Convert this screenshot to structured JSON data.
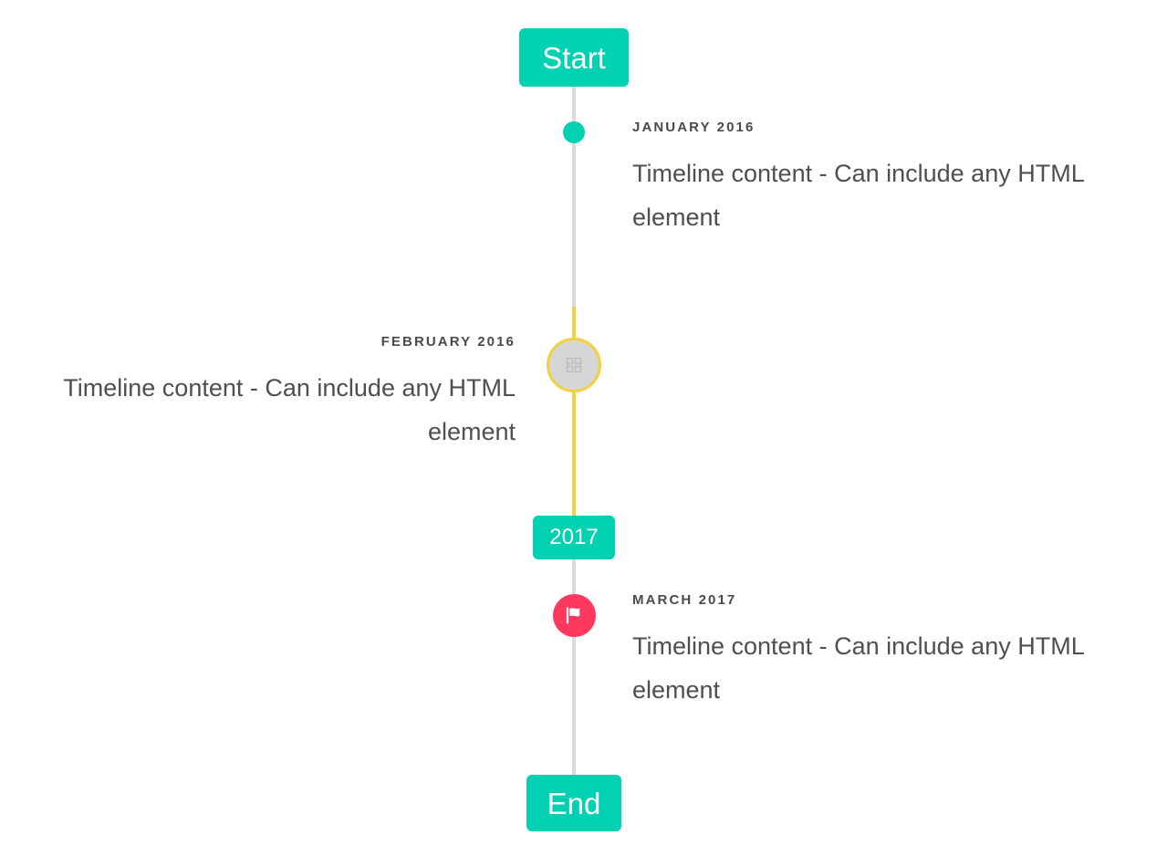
{
  "timeline": {
    "header_label": "Start",
    "footer_label": "End",
    "divider_label": "2017",
    "colors": {
      "accent_teal": "#00D1B2",
      "rail_gray": "#DBDBDB",
      "rail_yellow": "#F4D03F",
      "marker_red": "#FF3860",
      "marker_gray": "#D6D6D6",
      "date_text": "#4A4A4A",
      "body_text": "#4F4F4F",
      "background": "#FFFFFF"
    },
    "events": [
      {
        "date": "JANUARY 2016",
        "body": "Timeline content - Can include any HTML element",
        "side": "right",
        "marker": "dot"
      },
      {
        "date": "FEBRUARY 2016",
        "body": "Timeline content - Can include any HTML element",
        "side": "left",
        "marker": "ring-missing-glyph"
      },
      {
        "date": "MARCH 2017",
        "body": "Timeline content - Can include any HTML element",
        "side": "right",
        "marker": "flag"
      }
    ]
  }
}
